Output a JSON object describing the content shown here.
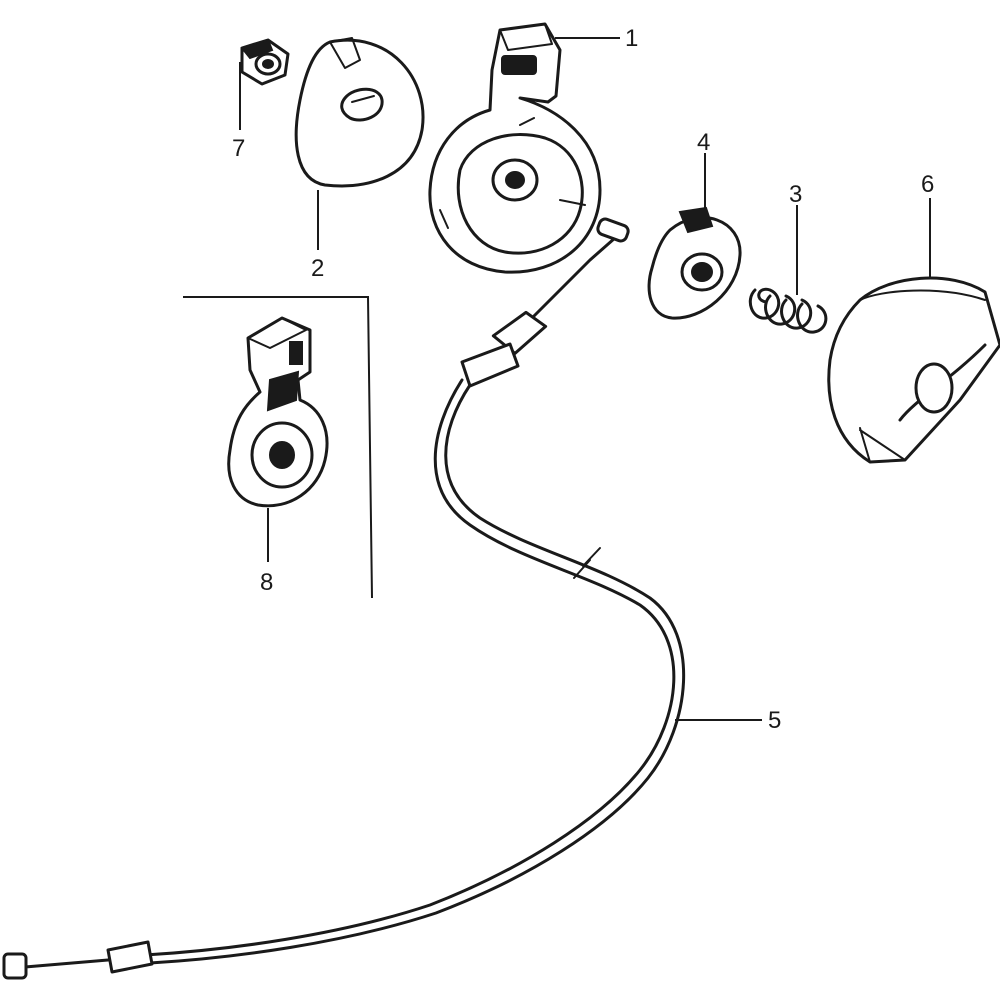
{
  "diagram": {
    "style": "exploded parts diagram",
    "line_color": "#1a1a1a",
    "background": "#ffffff",
    "parts": [
      {
        "id": "part-1",
        "label": "1"
      },
      {
        "id": "part-2",
        "label": "2"
      },
      {
        "id": "part-3",
        "label": "3"
      },
      {
        "id": "part-4",
        "label": "4"
      },
      {
        "id": "part-5",
        "label": "5"
      },
      {
        "id": "part-6",
        "label": "6"
      },
      {
        "id": "part-7",
        "label": "7"
      },
      {
        "id": "part-8",
        "label": "8"
      }
    ]
  }
}
